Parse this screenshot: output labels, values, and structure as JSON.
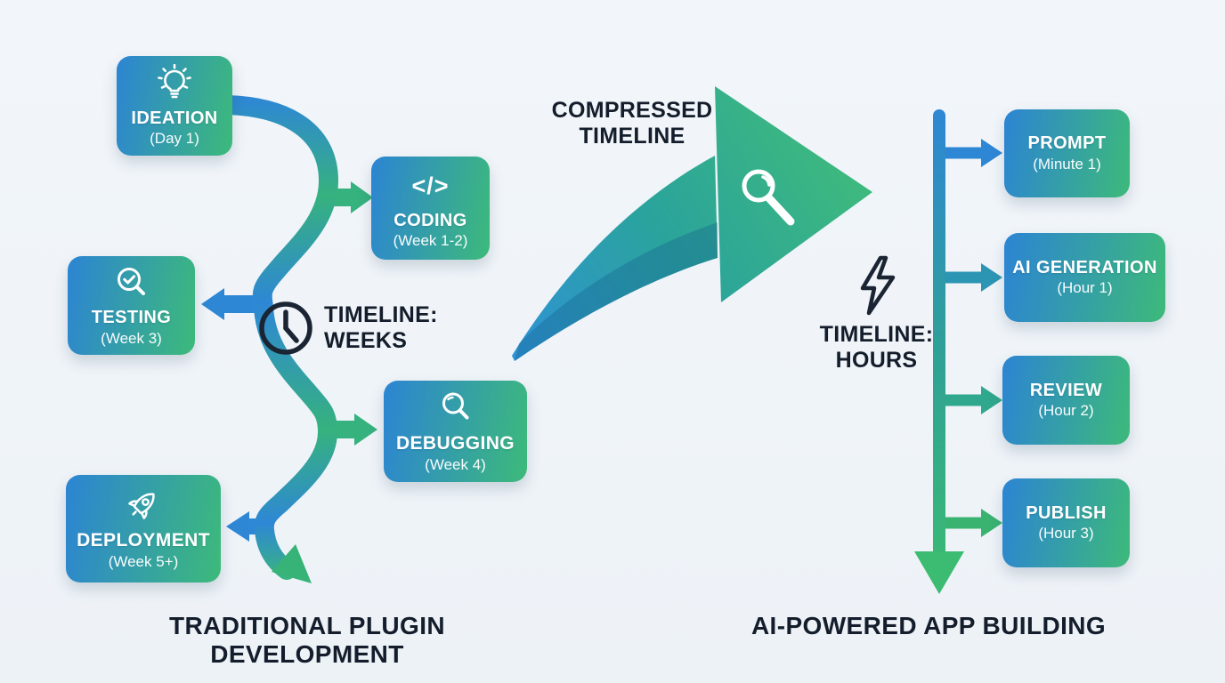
{
  "palette": {
    "background": "#eef3f7",
    "node_blue": "#2c84d3",
    "node_green": "#3dba7a",
    "flow_blue": "#2e87d5",
    "flow_green": "#36b27e",
    "timeline_teal": "#2d95b4",
    "arrow_green": "#3bbc72",
    "dark_text": "#141d2b",
    "white": "#ffffff"
  },
  "icons": {
    "code_glyph": "</>"
  },
  "left_flow": {
    "section_title": "TRADITIONAL PLUGIN DEVELOPMENT",
    "timeline_note": {
      "icon": "clock-icon",
      "line1": "TIMELINE:",
      "line2": "WEEKS"
    },
    "nodes": [
      {
        "label": "IDEATION",
        "sublabel": "(Day 1)",
        "icon": "lightbulb-icon"
      },
      {
        "label": "CODING",
        "sublabel": "(Week 1-2)",
        "icon": "code-icon"
      },
      {
        "label": "TESTING",
        "sublabel": "(Week 3)",
        "icon": "search-check-icon"
      },
      {
        "label": "DEBUGGING",
        "sublabel": "(Week 4)",
        "icon": "search-icon"
      },
      {
        "label": "DEPLOYMENT",
        "sublabel": "(Week 5+)",
        "icon": "rocket-icon"
      }
    ]
  },
  "center": {
    "heading": {
      "line1": "COMPRESSED",
      "line2": "TIMELINE"
    },
    "arrow_icon": "search-icon"
  },
  "right_flow": {
    "section_title": "AI-POWERED APP BUILDING",
    "timeline_note": {
      "icon": "lightning-icon",
      "line1": "TIMELINE:",
      "line2": "HOURS"
    },
    "nodes": [
      {
        "label": "PROMPT",
        "sublabel": "(Minute 1)"
      },
      {
        "label": "AI GENERATION",
        "sublabel": "(Hour 1)"
      },
      {
        "label": "REVIEW",
        "sublabel": "(Hour 2)"
      },
      {
        "label": "PUBLISH",
        "sublabel": "(Hour 3)"
      }
    ]
  }
}
